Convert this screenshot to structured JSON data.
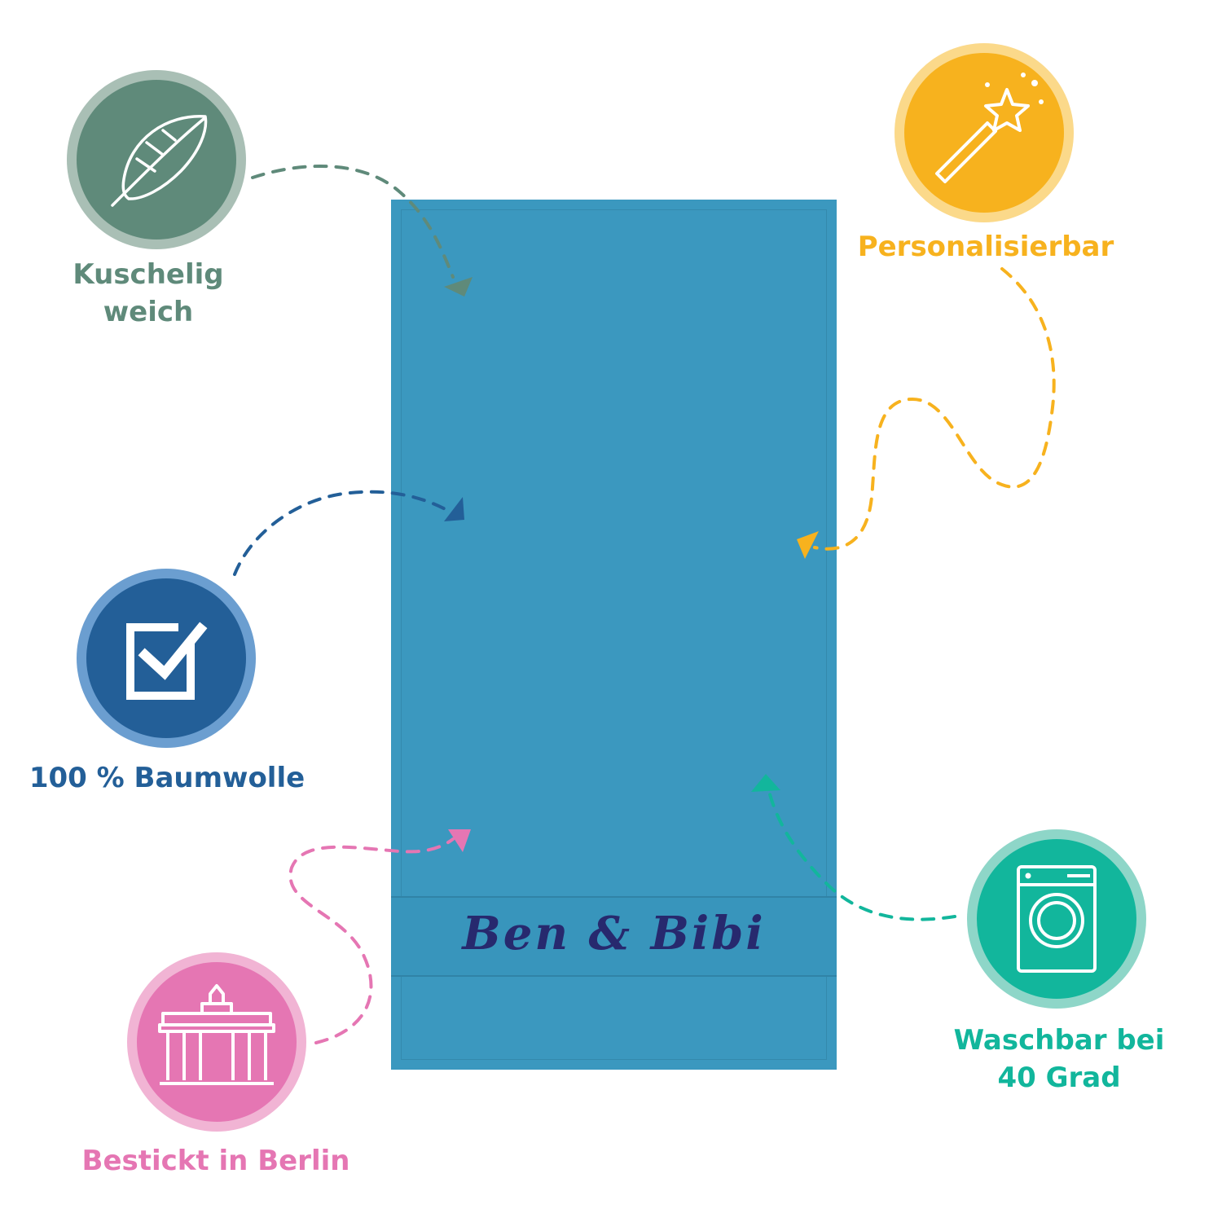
{
  "towel": {
    "embroidery_text": "Ben & Bibi",
    "color": "#3b98bf",
    "embroidery_color": "#27296e"
  },
  "features": [
    {
      "id": "soft",
      "icon": "feather-icon",
      "color": "#5f8a7a",
      "ring": "#a9bfb5",
      "label_lines": [
        "Kuschelig",
        "weich"
      ]
    },
    {
      "id": "personalizable",
      "icon": "magic-wand-icon",
      "color": "#f7b21e",
      "ring": "#fbd98a",
      "label_lines": [
        "Personalisierbar"
      ]
    },
    {
      "id": "cotton",
      "icon": "checkbox-icon",
      "color": "#235f98",
      "ring": "#6b9ed0",
      "label_lines": [
        "100 % Baumwolle"
      ]
    },
    {
      "id": "washable",
      "icon": "washing-machine-icon",
      "color": "#12b69c",
      "ring": "#8ed6c8",
      "label_lines": [
        "Waschbar bei",
        "40 Grad"
      ]
    },
    {
      "id": "embroidered",
      "icon": "brandenburg-gate-icon",
      "color": "#e576b3",
      "ring": "#f1b4d4",
      "label_lines": [
        "Bestickt in Berlin"
      ]
    }
  ]
}
